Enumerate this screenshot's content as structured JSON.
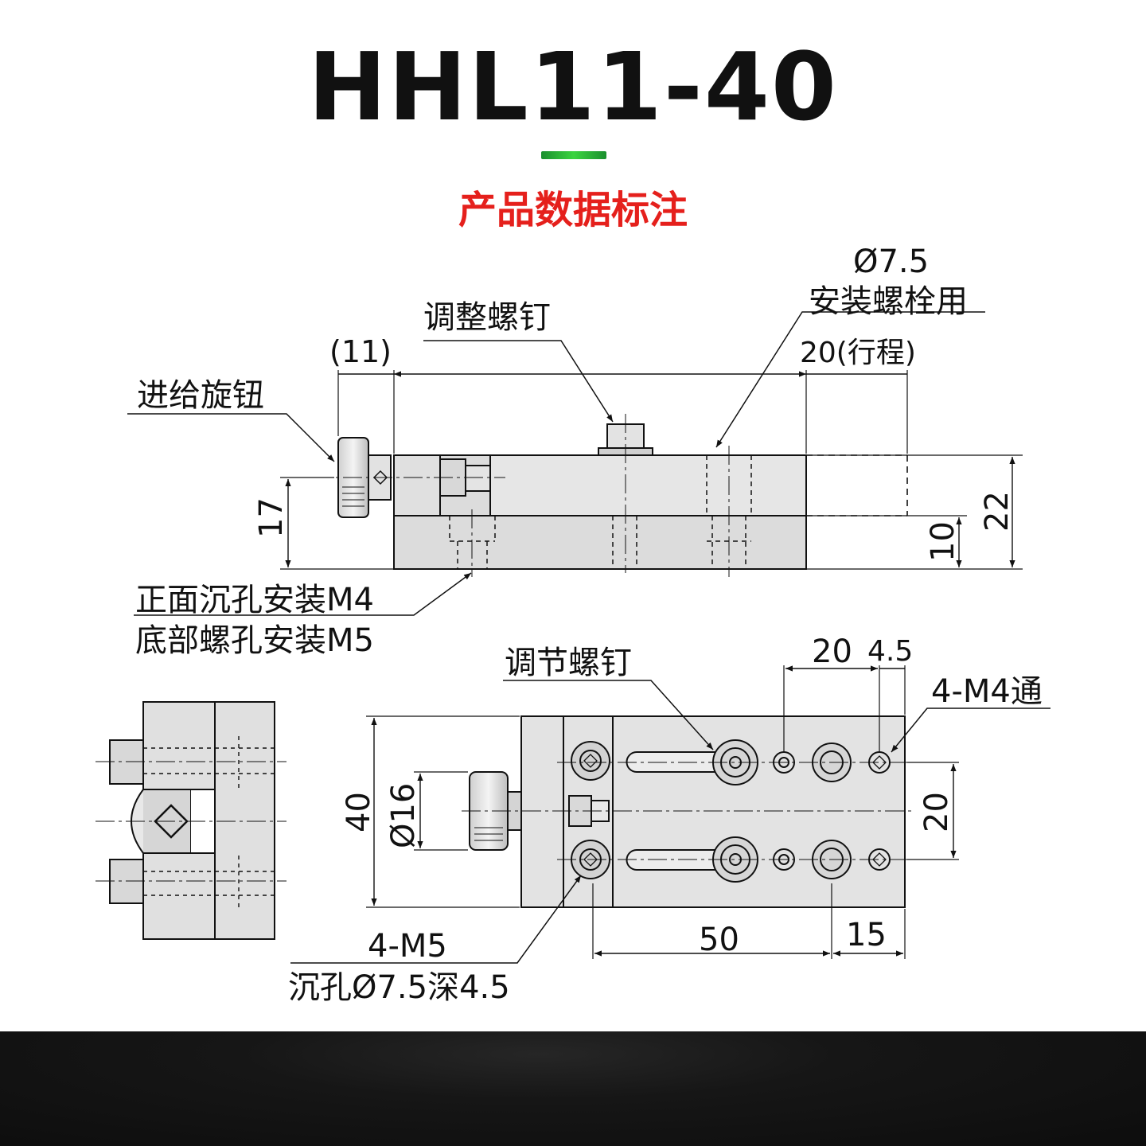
{
  "header": {
    "title": "HHL11-40",
    "subtitle": "产品数据标注",
    "accent_color": "#2fbf3a",
    "subtitle_color": "#e5201c"
  },
  "side_view": {
    "adjust_screw_label": "调整螺钉",
    "feed_knob_label": "进给旋钮",
    "hole_label_top": "Ø7.5",
    "hole_label_bottom": "安装螺栓用",
    "dim_knob_offset": "(11)",
    "dim_stroke": "20(行程)",
    "dim_height_17": "17",
    "dim_height_10": "10",
    "dim_height_22": "22",
    "mount_label_front": "正面沉孔安装M4",
    "mount_label_bottom": "底部螺孔安装M5"
  },
  "top_view": {
    "adjust_screw_label": "调节螺钉",
    "dim_20_top": "20",
    "dim_4_5": "4.5",
    "thread_label": "4-M4通",
    "dim_width_40": "40",
    "dim_knob_dia": "Ø16",
    "dim_20_right": "20",
    "dim_50": "50",
    "dim_15": "15",
    "counterbore_label_1": "4-M5",
    "counterbore_label_2": "沉孔Ø7.5深4.5"
  }
}
